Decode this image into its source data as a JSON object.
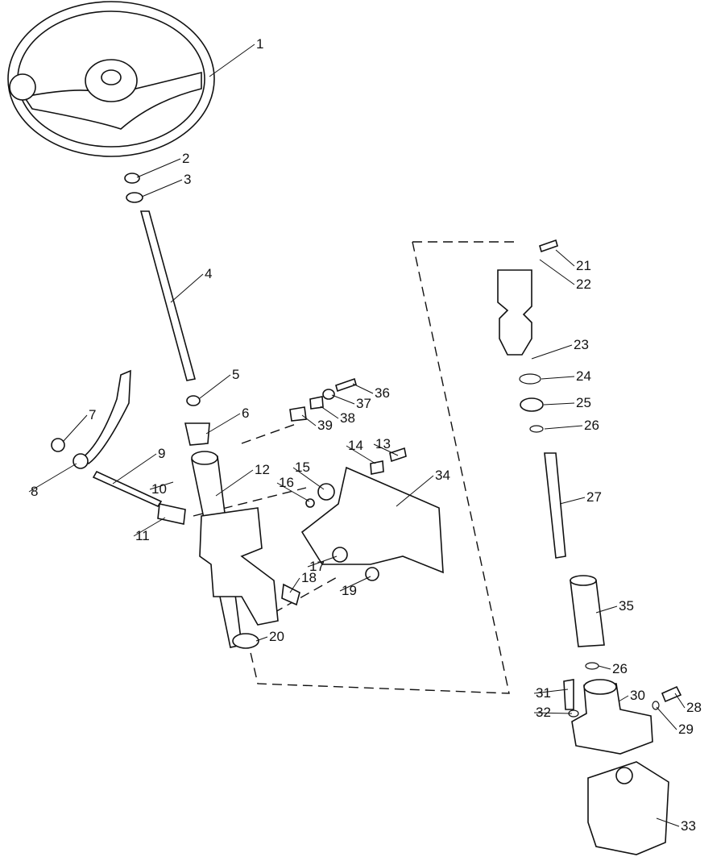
{
  "title": "Steering column exploded parts diagram",
  "colors": {
    "line": "#111111",
    "background": "#ffffff"
  },
  "callouts": [
    "1",
    "2",
    "3",
    "4",
    "5",
    "6",
    "7",
    "8",
    "9",
    "10",
    "11",
    "12",
    "13",
    "14",
    "15",
    "16",
    "17",
    "18",
    "19",
    "20",
    "21",
    "22",
    "23",
    "24",
    "25",
    "26",
    "27",
    "28",
    "29",
    "30",
    "31",
    "32",
    "33",
    "34",
    "35",
    "36",
    "37",
    "38",
    "39",
    "26"
  ]
}
